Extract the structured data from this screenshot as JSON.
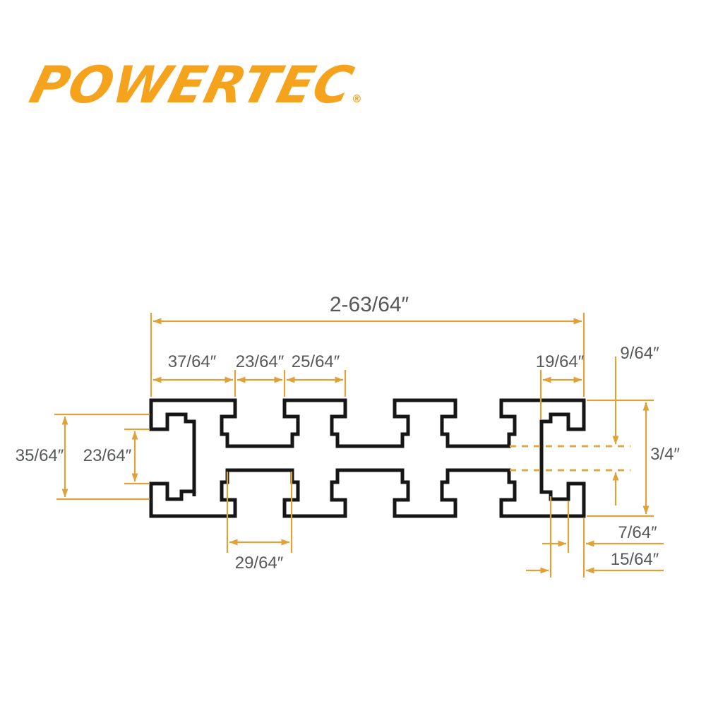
{
  "brand": {
    "logo_text": "POWERTEC",
    "registered_mark": "®",
    "logo_color": "#F5A21D"
  },
  "diagram": {
    "type": "dimensioned cross-section drawing of multi T-slot track extrusion",
    "colors": {
      "outline": "#161616",
      "dimension_lines": "#DFA238",
      "hidden_dashed_lines": "#DCA94C",
      "label_text": "#56585A"
    },
    "dims": {
      "total_width": "2-63/64″",
      "top_tab_left": "37/64″",
      "top_slot_opening": "23/64″",
      "top_tab_second": "25/64″",
      "top_right_cavity": "19/64″",
      "web_thickness": "9/64″",
      "left_cavity_height": "35/64″",
      "left_opening_height": "23/64″",
      "overall_height": "3/4″",
      "bottom_cavity_width": "29/64″",
      "right_lip_width": "7/64″",
      "right_step_depth": "15/64″"
    }
  }
}
